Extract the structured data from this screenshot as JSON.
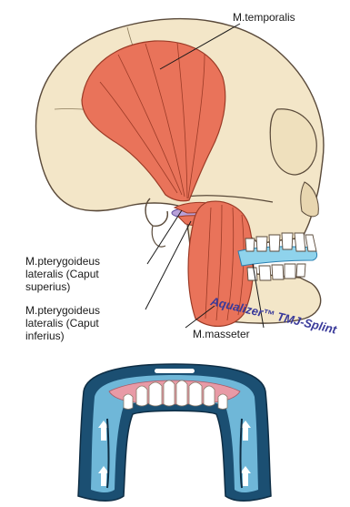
{
  "labels": {
    "temporalis": "M.temporalis",
    "pterygoid_superior": "M.pterygoideus\nlateralis (Caput\nsuperius)",
    "pterygoid_inferior": "M.pterygoideus\nlateralis (Caput\ninferius)",
    "masseter": "M.masseter",
    "splint_brand": "Aqualizer™ TMJ-Splint"
  },
  "colors": {
    "bone": "#f3e6c8",
    "bone_outline": "#5a4a3a",
    "muscle": "#e9735a",
    "muscle_line": "#9b3a26",
    "splint_blue": "#8fd3ec",
    "splint_dark": "#1b4f72",
    "gum_pink": "#e89aa6",
    "brand_text": "#3a3a9a"
  }
}
